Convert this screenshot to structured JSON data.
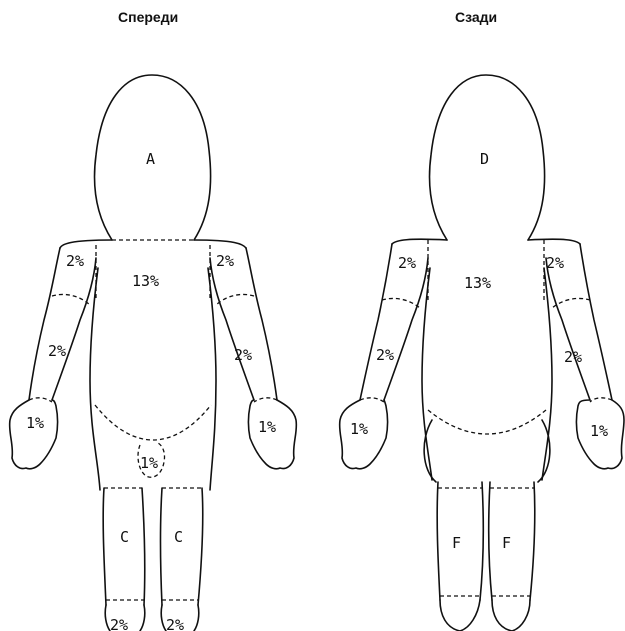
{
  "headings": {
    "front": "Спереди",
    "back": "Сзади"
  },
  "front": {
    "head": "A",
    "trunk": "13%",
    "upper_arm_left": "2%",
    "upper_arm_right": "2%",
    "forearm_left": "2%",
    "forearm_right": "2%",
    "hand_left": "1%",
    "hand_right": "1%",
    "genitals": "1%",
    "leg_left": "C",
    "leg_right": "C",
    "foot_left": "2%",
    "foot_right": "2%"
  },
  "back": {
    "head": "D",
    "trunk": "13%",
    "upper_arm_left": "2%",
    "upper_arm_right": "2%",
    "forearm_left": "2%",
    "forearm_right": "2%",
    "hand_left": "1%",
    "hand_right": "1%",
    "leg_left": "F",
    "leg_right": "F"
  }
}
